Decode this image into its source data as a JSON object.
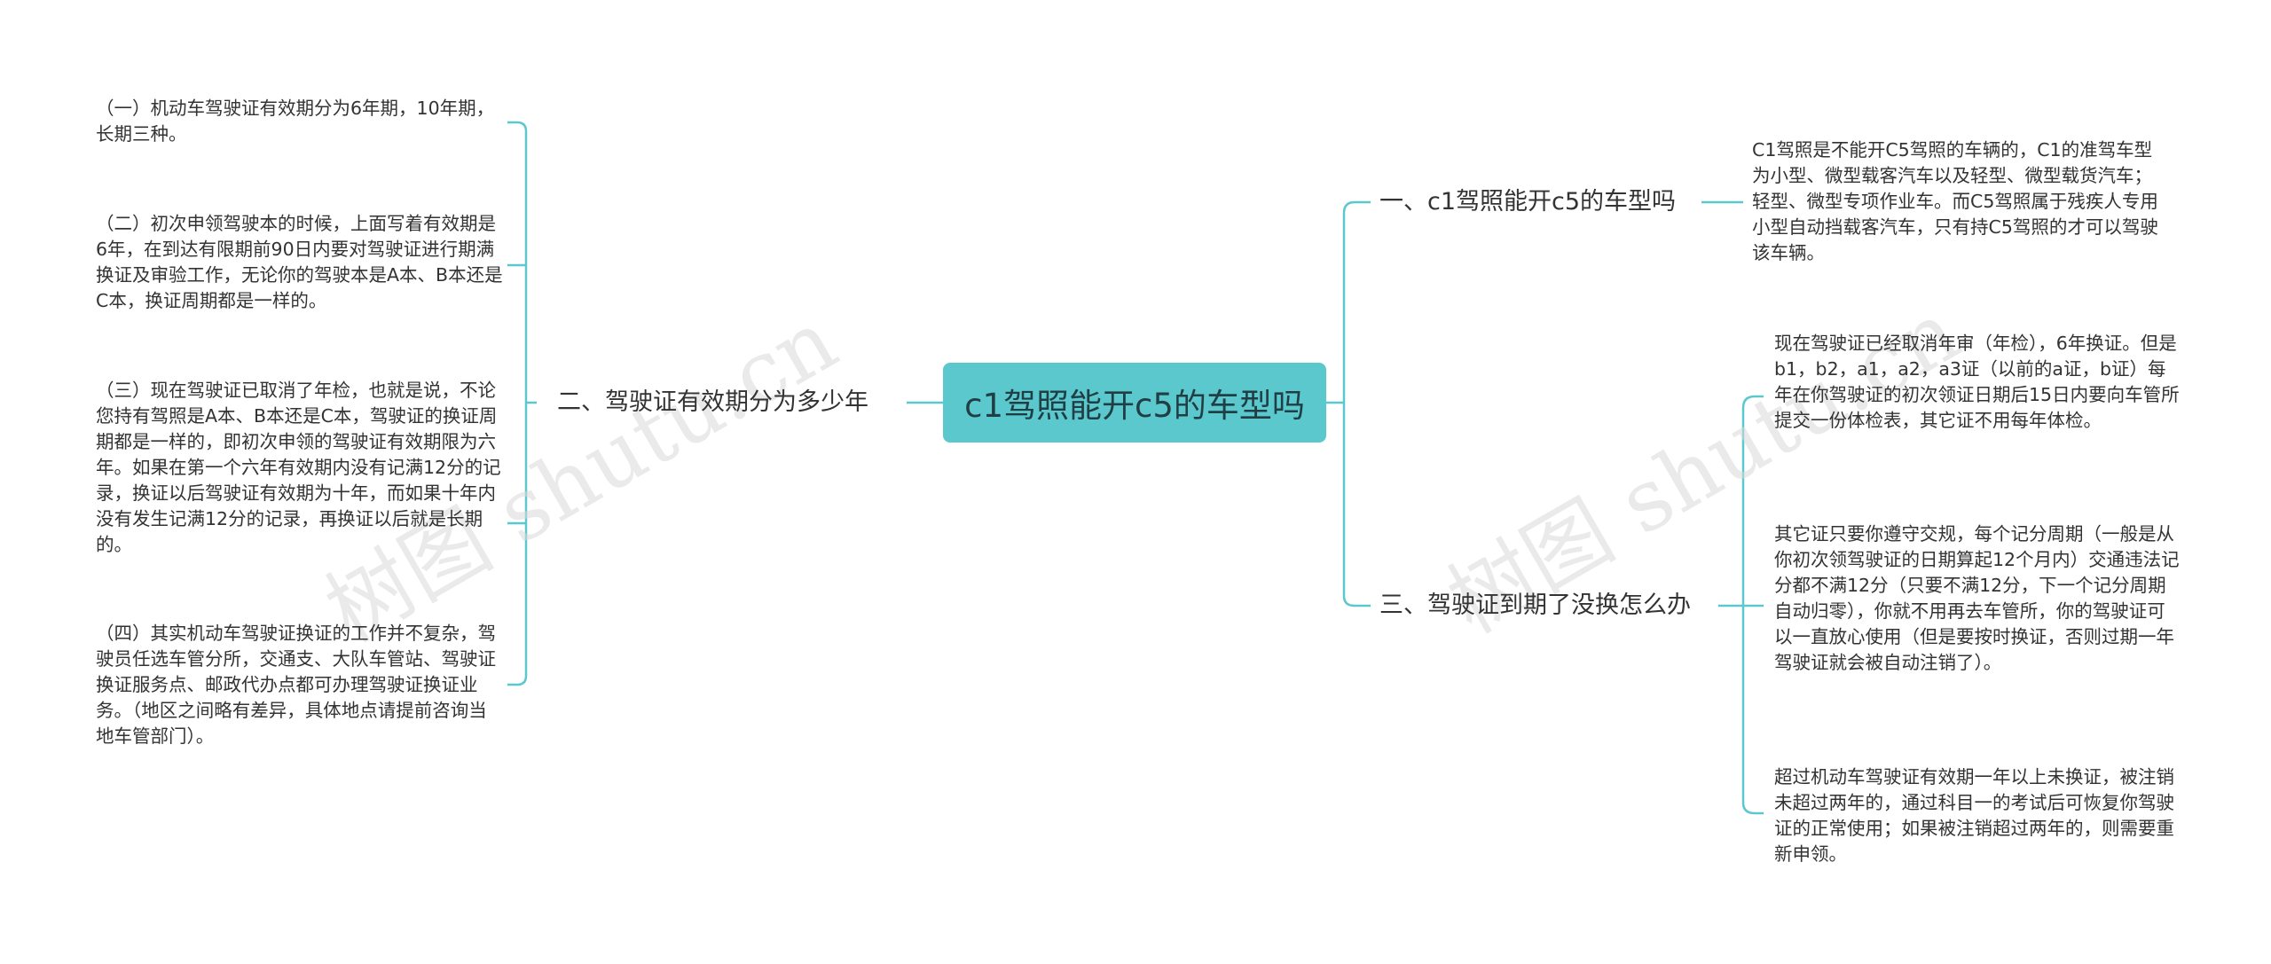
{
  "root": {
    "label": "c1驾照能开c5的车型吗"
  },
  "branches": {
    "left": {
      "label": "二、驾驶证有效期分为多少年",
      "leaves": [
        "（一）机动车驾驶证有效期分为6年期，10年期，长期三种。",
        "（二）初次申领驾驶本的时候，上面写着有效期是6年，在到达有限期前90日内要对驾驶证进行期满换证及审验工作，无论你的驾驶本是A本、B本还是C本，换证周期都是一样的。",
        "（三）现在驾驶证已取消了年检，也就是说，不论您持有驾照是A本、B本还是C本，驾驶证的换证周期都是一样的，即初次申领的驾驶证有效期限为六年。如果在第一个六年有效期内没有记满12分的记录，换证以后驾驶证有效期为十年，而如果十年内没有发生记满12分的记录，再换证以后就是长期的。",
        "（四）其实机动车驾驶证换证的工作并不复杂，驾驶员任选车管分所，交通支、大队车管站、驾驶证换证服务点、邮政代办点都可办理驾驶证换证业务。（地区之间略有差异，具体地点请提前咨询当地车管部门）。"
      ]
    },
    "right_top": {
      "label": "一、c1驾照能开c5的车型吗",
      "leaves": [
        "C1驾照是不能开C5驾照的车辆的，C1的准驾车型为小型、微型载客汽车以及轻型、微型载货汽车；轻型、微型专项作业车。而C5驾照属于残疾人专用小型自动挡载客汽车，只有持C5驾照的才可以驾驶该车辆。"
      ]
    },
    "right_bottom": {
      "label": "三、驾驶证到期了没换怎么办",
      "leaves": [
        "现在驾驶证已经取消年审（年检），6年换证。但是b1，b2，a1，a2，a3证（以前的a证，b证）每年在你驾驶证的初次领证日期后15日内要向车管所提交一份体检表，其它证不用每年体检。",
        "其它证只要你遵守交规，每个记分周期（一般是从你初次领驾驶证的日期算起12个月内）交通违法记分都不满12分（只要不满12分，下一个记分周期自动归零），你就不用再去车管所，你的驾驶证可以一直放心使用（但是要按时换证，否则过期一年驾驶证就会被自动注销了）。",
        "超过机动车驾驶证有效期一年以上未换证，被注销未超过两年的，通过科目一的考试后可恢复你驾驶证的正常使用；如果被注销超过两年的，则需要重新申领。"
      ]
    }
  },
  "watermark": "树图 shutu.cn",
  "colors": {
    "root_fill": "#5bc8ce",
    "connector": "#5bc8ce",
    "text": "#333333"
  }
}
